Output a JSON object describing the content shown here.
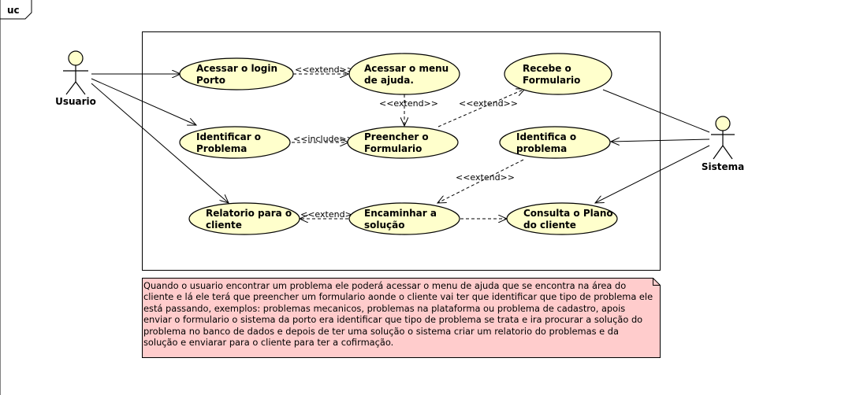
{
  "frame": {
    "label": "uc"
  },
  "actors": {
    "usuario": "Usuario",
    "sistema": "Sistema"
  },
  "use_cases": {
    "acessar_login": [
      "Acessar o login",
      "Porto"
    ],
    "acessar_menu": [
      "Acessar o menu",
      "de ajuda."
    ],
    "recebe_formulario": [
      "Recebe o",
      "Formulario"
    ],
    "identificar_problema": [
      "Identificar o",
      "Problema"
    ],
    "preencher_formulario": [
      "Preencher o",
      "Formulario"
    ],
    "identifica_problema": [
      "Identifica o",
      "problema"
    ],
    "relatorio_cliente": [
      "Relatorio para o",
      "cliente"
    ],
    "encaminhar_solucao": [
      "Encaminhar a",
      "solução"
    ],
    "consulta_plano": [
      "Consulta o Plano",
      "do cliente"
    ]
  },
  "relations": {
    "extend": "<<extend>>",
    "include": "<<include>>"
  },
  "note": {
    "text": "Quando o usuario encontrar um problema ele poderá acessar o menu de ajuda que se encontra na área do cliente e lá ele terá que preencher um formulario aonde o cliente vai ter que identificar que tipo de problema ele está passando, exemplos: problemas mecanicos, problemas na plataforma ou problema de cadastro, apois enviar o formulario o sistema da porto era identificar que tipo de problema se trata e ira procurar a solução do problema no banco de dados e depois de ter uma solução o sistema criar um relatorio do problemas e da solução e enviarar para o cliente para ter a cofirmação."
  },
  "colors": {
    "use_case_fill": "#FFFFCC",
    "note_fill": "#FFCCCC",
    "line": "#000000"
  }
}
